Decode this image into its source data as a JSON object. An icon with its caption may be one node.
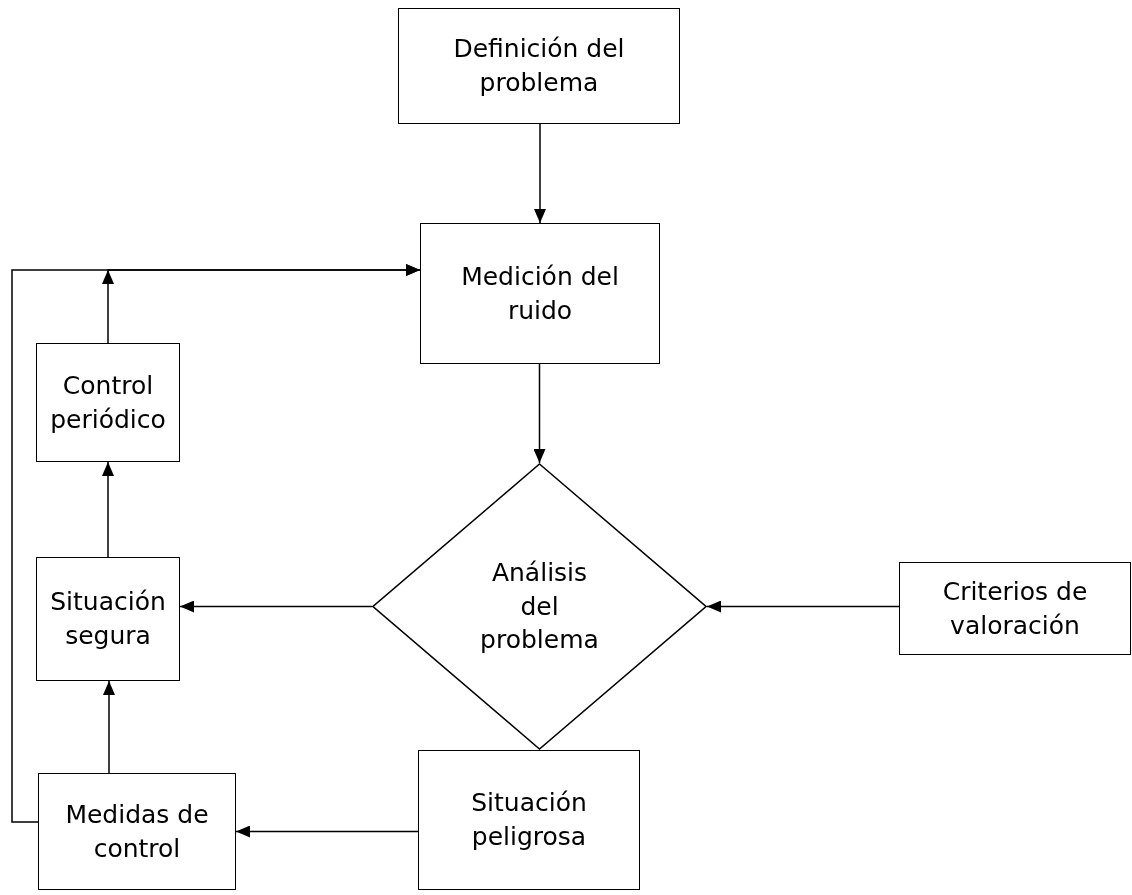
{
  "diagram": {
    "nodes": [
      {
        "text": [
          "Definición del problema"
        ]
      },
      {
        "text": [
          "Medición del ruido"
        ]
      },
      {
        "text": [
          "Análisis del problema"
        ]
      },
      {
        "text": [
          "Criterios de valoración"
        ]
      },
      {
        "text": [
          "Control periódico"
        ]
      },
      {
        "text": [
          "Situación segura"
        ]
      },
      {
        "text": [
          "Medidas de control"
        ]
      },
      {
        "text": [
          "Situación peligrosa"
        ]
      }
    ],
    "edges": [
      {
        "from": 0,
        "to": 1,
        "arrow": "to"
      },
      {
        "from": 1,
        "to": 2,
        "arrow": "to"
      },
      {
        "from": 3,
        "to": 2,
        "arrow": "to"
      },
      {
        "from": 2,
        "to": 5,
        "arrow": "to"
      },
      {
        "from": 5,
        "to": 4,
        "arrow": "to"
      },
      {
        "from": 4,
        "to": 1,
        "arrow": "to"
      },
      {
        "from": 6,
        "to": 1,
        "arrow": "to"
      },
      {
        "from": 6,
        "to": 5,
        "arrow": "to"
      },
      {
        "from": 7,
        "to": 6,
        "arrow": "to"
      }
    ]
  }
}
